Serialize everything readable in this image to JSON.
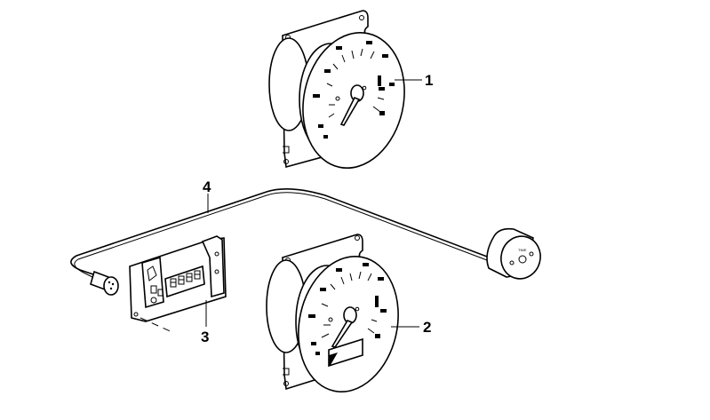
{
  "diagram": {
    "type": "exploded parts illustration",
    "subject": "Instrument cluster gauges with trip computer display and control switch",
    "callouts": [
      {
        "number": "1",
        "part": "upper gauge (speedometer)"
      },
      {
        "number": "2",
        "part": "lower gauge with display window"
      },
      {
        "number": "3",
        "part": "digital display circuit board module"
      },
      {
        "number": "4",
        "part": "connecting cable to round control switch"
      }
    ],
    "labels": {
      "callout_1": "1",
      "callout_2": "2",
      "callout_3": "3",
      "callout_4": "4"
    },
    "display_digits": "8888",
    "switch_face_text": "TIME",
    "colors": {
      "background": "#ffffff",
      "line": "#000000"
    }
  }
}
